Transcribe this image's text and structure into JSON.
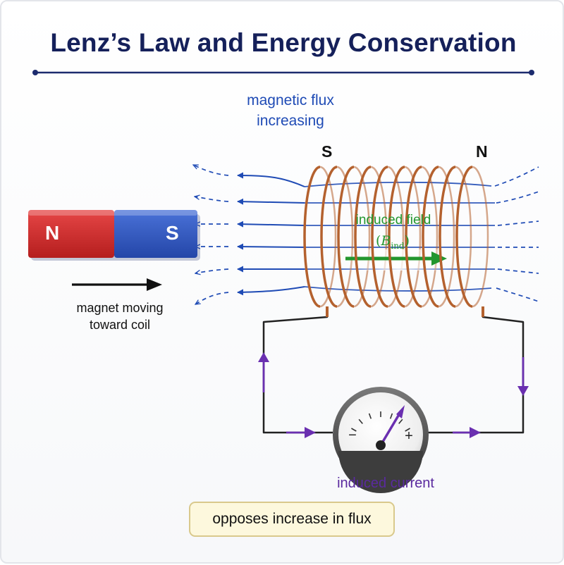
{
  "title": "Lenz’s Law and Energy Conservation",
  "flux_label_line1": "magnetic flux",
  "flux_label_line2": "increasing",
  "coil_pole_left": "S",
  "coil_pole_right": "N",
  "magnet": {
    "pole_left": "N",
    "pole_right": "S",
    "north_color": "#d82a2a",
    "south_color": "#2f58c4"
  },
  "motion_label_line1": "magnet moving",
  "motion_label_line2": "toward coil",
  "induced_field_label": "induced field",
  "induced_field_symbol": {
    "open": "(",
    "base": "B",
    "subscript": "ind",
    "close": ")"
  },
  "meter": {
    "minus": "−",
    "plus": "+"
  },
  "induced_current_label": "induced current",
  "note": "opposes increase in flux",
  "colors": {
    "title": "#15205a",
    "field_lines": "#1f4bb5",
    "coil": "#b4612e",
    "induced_field": "#22962e",
    "current_arrows": "#6a2fb0",
    "note_background": "#fdf8dd"
  }
}
